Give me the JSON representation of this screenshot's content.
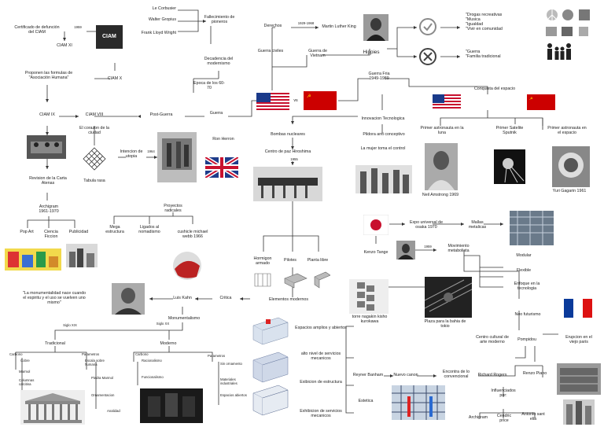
{
  "lecorbusier": "Le Corbusier",
  "gropius": "Walter Gropius",
  "wright": "Frank Lloyd Wright",
  "fallecimiento": "Fallecimiento de pioneros",
  "certificado": "Certificado de defunción del CIAM",
  "y1959": "1959",
  "ciamxi": "CIAM XI",
  "ciam_logo": "CIAM",
  "decadencia": "Decadencia del modernismo",
  "proponen": "Proponen las formulas de \"Asociación Humana\"",
  "ciamx": "CIAM X",
  "epoca": "Epoca de los 60-70",
  "ciamix": "CIAM IX",
  "ciamviii": "CIAM VIII",
  "postguerra": "Post-Guerra",
  "guerra": "Guerra",
  "corazon": "El corazon de la ciudad",
  "intencion": "Intencion de utopia",
  "y1964": "1964",
  "ronherron": "Ron Herron",
  "revision": "Revision de la Carta Atenas",
  "tabula": "Tabula rasa",
  "derechos": "Derechos",
  "y1929": "1929-1968",
  "mlk": "Martin Luther King",
  "guerrasciviles": "Guerra civiles",
  "vietnam": "Guerra de Vietnam",
  "hippies": "Hippies",
  "drogas": "\"Drogas recreativas\n\"Musica\n\"Igualdad\n\"Vivir en comunidad",
  "guerrafam": "\"Guerra\n\"Familia tradicional",
  "vs": "vs",
  "guerrafria": "Guerra Fria\n1949-1989",
  "conquista": "Conquista del espacio",
  "innovacion": "Innovacion Tecnologica",
  "bombas": "Bombas nucleares",
  "pildora": "Pildora anti conceptivo",
  "mujer": "La mujer toma el control",
  "centropaz": "Centro de paz Hiroshima",
  "y1955": "1955",
  "primerastronauta": "Primer astronauta en la luna",
  "satelite": "Primer Satelite Sputnik",
  "astronautaespacio": "Primer astronauta en el espacio",
  "neil": "Neil Amstrong 1969",
  "yuri": "Yuri Gagarin 1961",
  "archigram": "Archigram\n1961-1970",
  "popart": "Pop Art",
  "ciencia": "Ciencia Ficcion",
  "publicidad": "Publicidad",
  "proyectos": "Proyectos radicales",
  "mega": "Mega estructura",
  "nomadismo": "Ligados al nomadismo",
  "cushicle": "cushicle michael webb 1966",
  "expo": "Expo universal de osaka 1970",
  "mallas": "Mallas metalicas",
  "kenzo": "Kenzo Tange",
  "y1959b": "1959",
  "metabolista": "Movimiento metabolista",
  "hormigon": "Hormigon armado",
  "pilotes": "Pilotes",
  "plantalibre": "Planta libre",
  "modular": "Modular",
  "flexible": "Flexible",
  "enfoque": "Enfoque en la tecnologia",
  "elementos": "Elementos modernos",
  "torre": "torre nagakin kisho kurokawa",
  "plaza": "Plaza para la bahia de tokio",
  "quote": "\"La monumentalidad nace cuando el espiritu y el uso se vuelven uno mismo\"",
  "kahn": "Luis Kahn",
  "critica": "Critica",
  "monumentalismo": "Monumentalismo",
  "sigloxix": "Siglo XIX",
  "sigloxx": "Siglo XX",
  "tradicional": "Tradicional",
  "moderno": "Moderno",
  "neofuturismo": "Neo futurismo",
  "carbono": "Carbono",
  "cobre": "Cobre",
  "marmol": "Marmol",
  "columnas": "Columnas calcitina",
  "parametros1": "Parametros",
  "escala": "Escala sobre humana",
  "piedra": "Piedra Marmol",
  "ornamentacion": "Ornamentacion",
  "analidad": "Analidad",
  "carbono2": "Carbono",
  "racionalismo": "Racionalismo",
  "funcionalismo": "Funcionalismo",
  "parametros2": "Parametros",
  "sinornamento": "Sin ornamento",
  "materiales": "Materiales industriales",
  "espacios": "Espacios abiertos",
  "espacios_amplios": "Espacios amplios y abiertos",
  "altonivel": "alto nivel de servicios mecanicos",
  "exhibicion": "Exibicion de estructura",
  "exhibicion2": "Exhibicion de servicios mecanicos",
  "reyner": "Reyner Banham",
  "nuevocanon": "Nuevo canon",
  "encontra": "Encontra de lo convencional",
  "estetica": "Estetica",
  "centrocultural": "Centro cultural de arte moderno",
  "pompidou": "Pompidou",
  "erupcion": "Erupcion en el viejo paris",
  "rogers": "Richard Rogers",
  "piano": "Renzo Piano",
  "influenciados": "Influenciados por:",
  "archigram2": "Archigram",
  "cedric": "Cendric price",
  "antonio": "Antonio sant elia"
}
